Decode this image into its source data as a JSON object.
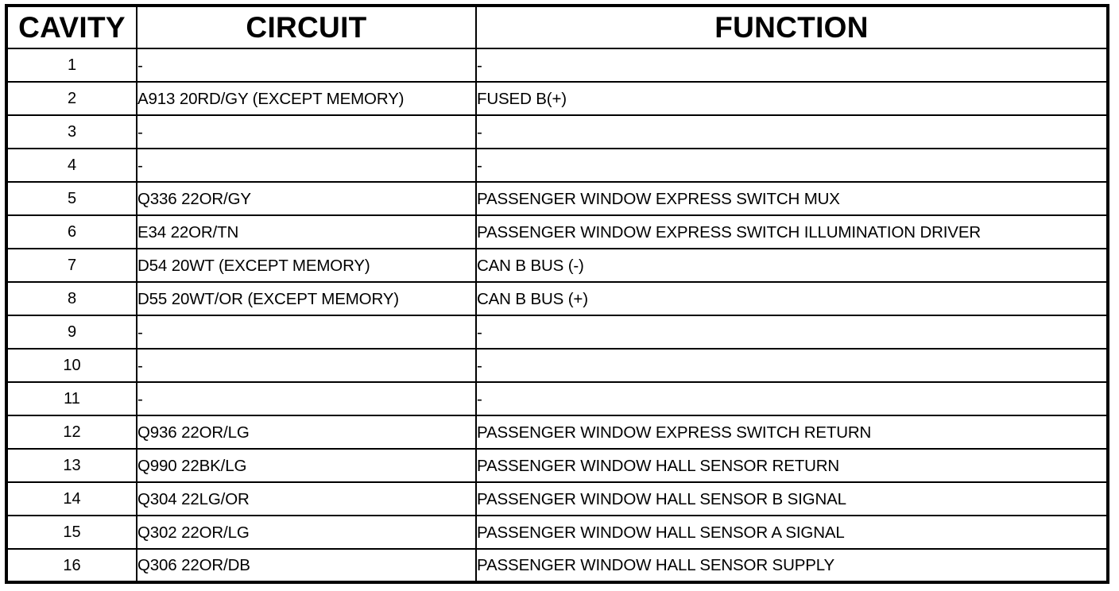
{
  "table": {
    "headers": {
      "cavity": "CAVITY",
      "circuit": "CIRCUIT",
      "function": "FUNCTION"
    },
    "rows": [
      {
        "cavity": "1",
        "circuit": "-",
        "function": "-"
      },
      {
        "cavity": "2",
        "circuit": "A913 20RD/GY (EXCEPT MEMORY)",
        "function": "FUSED B(+)"
      },
      {
        "cavity": "3",
        "circuit": "-",
        "function": "-"
      },
      {
        "cavity": "4",
        "circuit": "-",
        "function": "-"
      },
      {
        "cavity": "5",
        "circuit": "Q336 22OR/GY",
        "function": "PASSENGER WINDOW EXPRESS SWITCH MUX"
      },
      {
        "cavity": "6",
        "circuit": "E34 22OR/TN",
        "function": "PASSENGER WINDOW EXPRESS SWITCH ILLUMINATION DRIVER"
      },
      {
        "cavity": "7",
        "circuit": "D54 20WT (EXCEPT MEMORY)",
        "function": "CAN B BUS (-)"
      },
      {
        "cavity": "8",
        "circuit": "D55 20WT/OR (EXCEPT MEMORY)",
        "function": "CAN B BUS (+)"
      },
      {
        "cavity": "9",
        "circuit": "-",
        "function": "-"
      },
      {
        "cavity": "10",
        "circuit": "-",
        "function": "-"
      },
      {
        "cavity": "11",
        "circuit": "-",
        "function": "-"
      },
      {
        "cavity": "12",
        "circuit": "Q936 22OR/LG",
        "function": "PASSENGER WINDOW EXPRESS SWITCH RETURN"
      },
      {
        "cavity": "13",
        "circuit": "Q990 22BK/LG",
        "function": "PASSENGER WINDOW HALL SENSOR RETURN"
      },
      {
        "cavity": "14",
        "circuit": "Q304 22LG/OR",
        "function": "PASSENGER WINDOW HALL SENSOR B SIGNAL"
      },
      {
        "cavity": "15",
        "circuit": "Q302 22OR/LG",
        "function": "PASSENGER WINDOW HALL SENSOR A SIGNAL"
      },
      {
        "cavity": "16",
        "circuit": "Q306 22OR/DB",
        "function": "PASSENGER WINDOW HALL SENSOR SUPPLY"
      }
    ]
  },
  "colors": {
    "ink": "#000000",
    "paper": "#ffffff"
  }
}
